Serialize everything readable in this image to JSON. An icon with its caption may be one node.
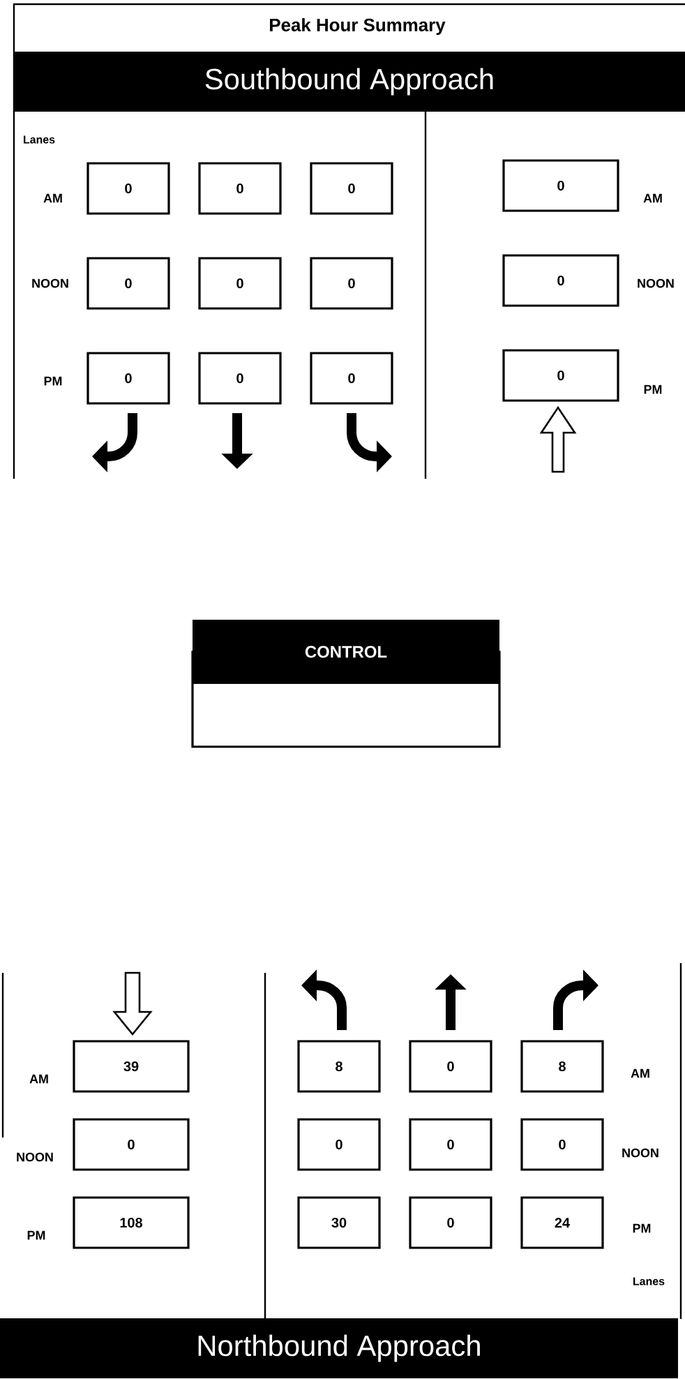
{
  "diagram": {
    "title": "Peak Hour Summary",
    "nodes": [
      {
        "text": [
          "Southbound Approach"
        ]
      },
      {
        "text": [
          "0"
        ]
      },
      {
        "text": [
          "0"
        ]
      },
      {
        "text": [
          "0"
        ]
      },
      {
        "text": [
          "0"
        ]
      },
      {
        "text": [
          "0"
        ]
      },
      {
        "text": [
          "0"
        ]
      },
      {
        "text": [
          "0"
        ]
      },
      {
        "text": [
          "0"
        ]
      },
      {
        "text": [
          "0"
        ]
      },
      {
        "text": [
          "0"
        ]
      },
      {
        "text": [
          "0"
        ]
      },
      {
        "text": [
          "0"
        ]
      },
      {
        "text": [
          "CONTROL"
        ]
      },
      {
        "text": [
          "39"
        ]
      },
      {
        "text": [
          "8"
        ]
      },
      {
        "text": [
          "0"
        ]
      },
      {
        "text": [
          "8"
        ]
      },
      {
        "text": [
          "0"
        ]
      },
      {
        "text": [
          "0"
        ]
      },
      {
        "text": [
          "0"
        ]
      },
      {
        "text": [
          "0"
        ]
      },
      {
        "text": [
          "108"
        ]
      },
      {
        "text": [
          "30"
        ]
      },
      {
        "text": [
          "0"
        ]
      },
      {
        "text": [
          "24"
        ]
      },
      {
        "text": [
          "Northbound Approach"
        ]
      }
    ],
    "labels": [
      "Lanes",
      "AM",
      "AM",
      "NOON",
      "NOON",
      "PM",
      "PM",
      "AM",
      "AM",
      "NOON",
      "NOON",
      "PM",
      "PM",
      "Lanes"
    ]
  }
}
